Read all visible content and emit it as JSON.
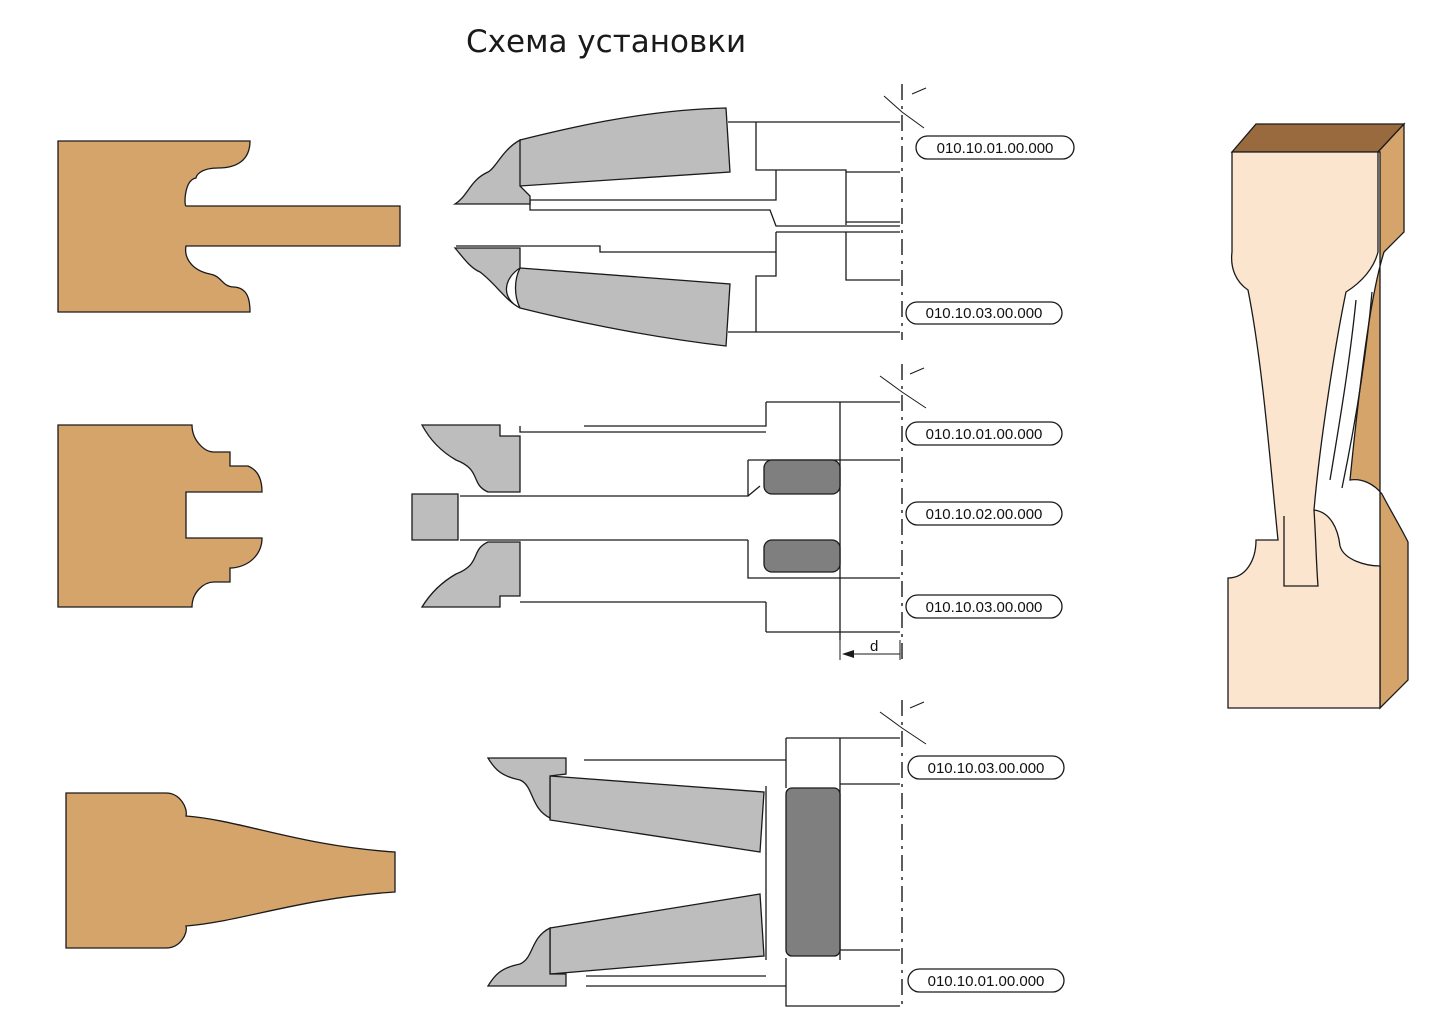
{
  "title": "Схема установки",
  "dimension_label": "d",
  "assemblies": [
    {
      "labels": [
        "010.10.01.00.000",
        "010.10.03.00.000"
      ]
    },
    {
      "labels": [
        "010.10.01.00.000",
        "010.10.02.00.000",
        "010.10.03.00.000"
      ]
    },
    {
      "labels": [
        "010.10.03.00.000",
        "010.10.01.00.000"
      ]
    }
  ],
  "colors": {
    "wood": "#d4a46b",
    "knife": "#bdbdbd",
    "spacer": "#7f7f7f",
    "baluster_light": "#fbe5cf",
    "baluster_dark": "#d4a46b",
    "baluster_top": "#9a6a3f"
  }
}
